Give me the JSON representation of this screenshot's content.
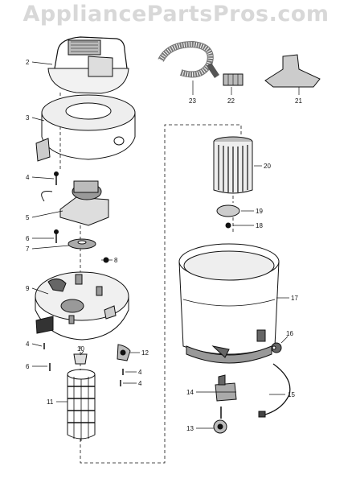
{
  "watermark": "AppliancePartsPros.com",
  "callouts": {
    "c2": "2",
    "c3": "3",
    "c4a": "4",
    "c5": "5",
    "c6a": "6",
    "c7": "7",
    "c8": "8",
    "c9": "9",
    "c4b": "4",
    "c10": "10",
    "c12": "12",
    "c6b": "6",
    "c4c": "4",
    "c4d": "4",
    "c11": "11",
    "c23": "23",
    "c22": "22",
    "c21": "21",
    "c20": "20",
    "c19": "19",
    "c18": "18",
    "c17": "17",
    "c16": "16",
    "c14": "14",
    "c15": "15",
    "c13": "13"
  },
  "colors": {
    "ink": "#111111",
    "watermark": "#d8d8d8",
    "background": "#ffffff"
  }
}
